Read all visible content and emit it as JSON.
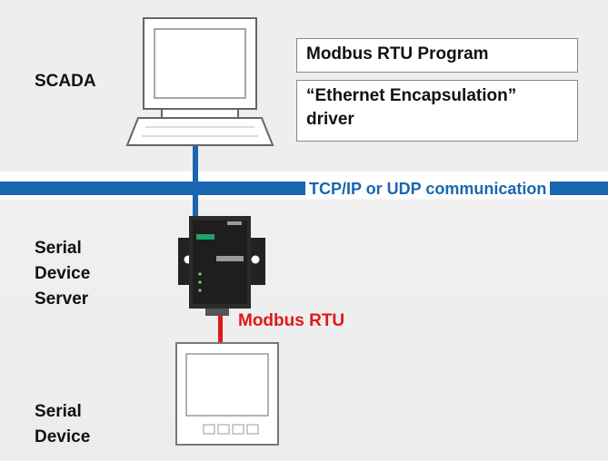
{
  "labels": {
    "scada": "SCADA",
    "serial_device_server": "Serial\nDevice\nServer",
    "serial_device": "Serial\nDevice"
  },
  "boxes": {
    "modbus_program": "Modbus RTU Program",
    "encapsulation_driver": "“Ethernet Encapsulation”\ndriver"
  },
  "network": {
    "label": "TCP/IP or UDP communication",
    "color": "#1a66b0"
  },
  "serial_link": {
    "label": "Modbus RTU",
    "color": "#e01818"
  },
  "icons": {
    "scada": "desktop-computer-icon",
    "server": "serial-device-server-icon",
    "device": "serial-device-icon"
  }
}
